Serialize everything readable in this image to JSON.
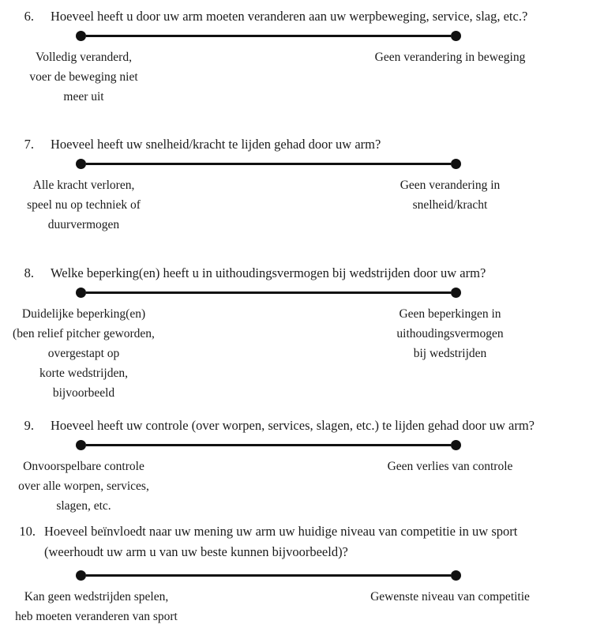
{
  "document": {
    "language": "nl",
    "kind": "questionnaire-page-visual-analog-scales"
  },
  "colors": {
    "background": "#ffffff",
    "text": "#1b1b1b",
    "scale_line": "#111111"
  },
  "questions": [
    {
      "number": "6.",
      "text": "Hoeveel heeft u door uw arm moeten veranderen aan uw werpbeweging, service, slag, etc.?",
      "left_anchor": "Volledig veranderd,\nvoer de beweging niet\nmeer uit",
      "right_anchor": "Geen verandering in beweging"
    },
    {
      "number": "7.",
      "text": "Hoeveel heeft uw snelheid/kracht te lijden gehad door uw arm?",
      "left_anchor": "Alle kracht verloren,\nspeel nu op techniek of\nduurvermogen",
      "right_anchor": "Geen verandering in\nsnelheid/kracht"
    },
    {
      "number": "8.",
      "text": "Welke beperking(en) heeft u in uithoudingsvermogen bij wedstrijden door uw arm?",
      "left_anchor": "Duidelijke beperking(en)\n(ben relief pitcher geworden,\novergestapt op\nkorte wedstrijden,\nbijvoorbeeld",
      "right_anchor": "Geen beperkingen in\nuithoudingsvermogen\nbij wedstrijden"
    },
    {
      "number": "9.",
      "text": "Hoeveel heeft uw controle (over worpen, services, slagen, etc.) te lijden gehad door uw arm?",
      "left_anchor": "Onvoorspelbare controle\nover alle worpen, services,\nslagen, etc.",
      "right_anchor": "Geen verlies van controle"
    },
    {
      "number": "10.",
      "text": "Hoeveel beïnvloedt naar uw mening uw arm uw huidige niveau van competitie in uw sport\n(weerhoudt uw arm u van uw beste kunnen bijvoorbeeld)?",
      "left_anchor": "Kan geen wedstrijden spelen,\nheb moeten veranderen van sport",
      "right_anchor": "Gewenste niveau van competitie"
    }
  ]
}
